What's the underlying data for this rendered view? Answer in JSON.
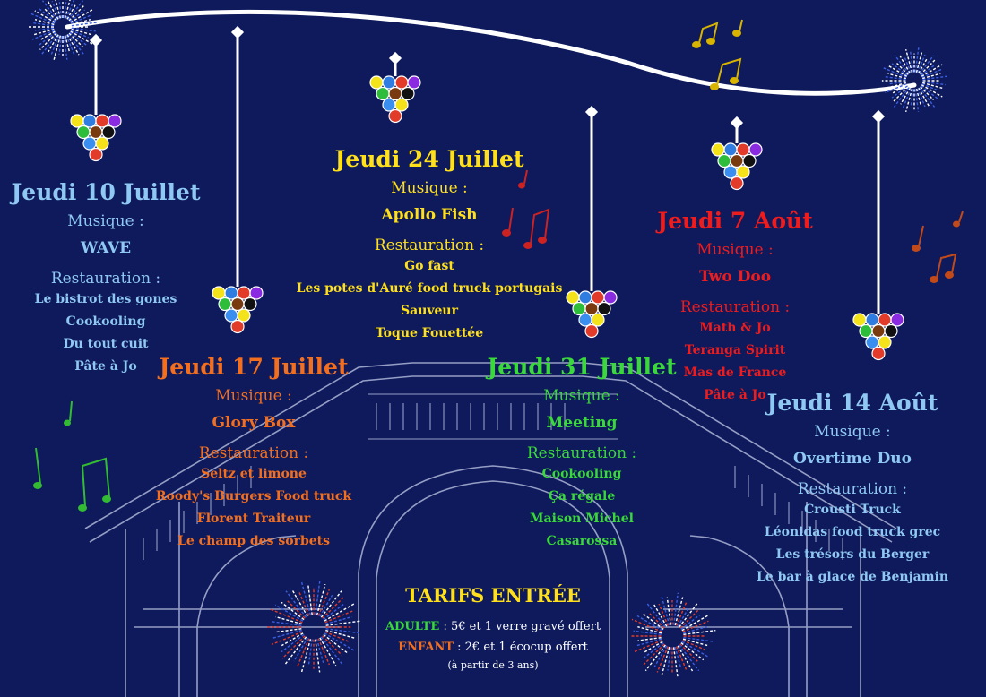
{
  "events": [
    {
      "date": "Jeudi 10 Juillet",
      "music_label": "Musique :",
      "band": "WAVE",
      "food_label": "Restauration :",
      "vendors": [
        "Le bistrot des gones",
        "Cookooling",
        "Du tout cuit",
        "Pâte à Jo"
      ],
      "color": "#8fc8f2"
    },
    {
      "date": "Jeudi 17 Juillet",
      "music_label": "Musique :",
      "band": "Glory Box",
      "food_label": "Restauration :",
      "vendors": [
        "Seltz et limone",
        "Roody's Burgers Food truck",
        "Florent Traiteur",
        "Le champ des sorbets"
      ],
      "color": "#f36f1e"
    },
    {
      "date": "Jeudi 24 Juillet",
      "music_label": "Musique :",
      "band": "Apollo Fish",
      "food_label": "Restauration :",
      "vendors": [
        "Go fast",
        "Les potes d'Auré food truck portugais",
        "Sauveur",
        "Toque Fouettée"
      ],
      "color": "#ffe01a"
    },
    {
      "date": "Jeudi 31 Juillet",
      "music_label": "Musique :",
      "band": "Meeting",
      "food_label": "Restauration :",
      "vendors": [
        "Cookooling",
        "Ça régale",
        "Maison Michel",
        "Casarossa"
      ],
      "color": "#3ad83a"
    },
    {
      "date": "Jeudi 7 Août",
      "music_label": "Musique :",
      "band": "Two Doo",
      "food_label": "Restauration :",
      "vendors": [
        "Math & Jo",
        "Teranga Spirit",
        "Mas de France",
        "Pâte à Jo"
      ],
      "color": "#ee1c1c"
    },
    {
      "date": "Jeudi 14 Août",
      "music_label": "Musique :",
      "band": "Overtime Duo",
      "food_label": "Restauration :",
      "vendors": [
        "Crousti Truck",
        "Léonidas food truck grec",
        "Les trésors du Berger",
        "Le bar à glace de Benjamin"
      ],
      "color": "#8fc8f2"
    }
  ],
  "tarifs": {
    "title": "TARIFS ENTRÉE",
    "adulte_label": "ADULTE",
    "adulte_text": " : 5€ et 1 verre gravé offert",
    "enfant_label": "ENFANT",
    "enfant_text": " : 2€ et 1 écocup offert",
    "note": "(à partir de 3 ans)"
  },
  "colors": {
    "background": "#0e1a5c",
    "line": "#ffffff",
    "bridge": "#aeb6d8"
  }
}
